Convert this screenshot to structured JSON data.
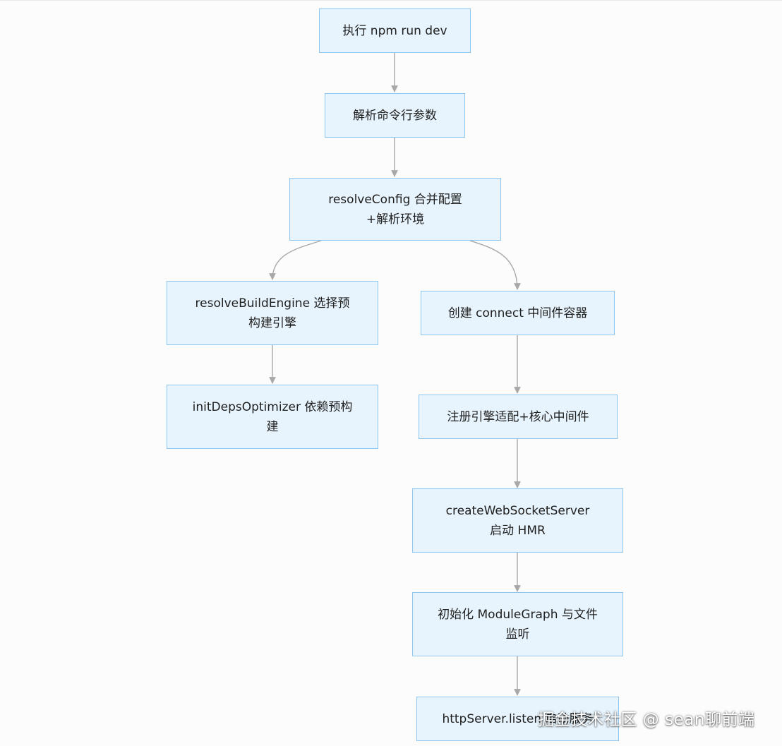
{
  "nodes": {
    "n1": "执行 npm run dev",
    "n2": "解析命令行参数",
    "n3": "resolveConfig 合并配置+解析环境",
    "n4": "resolveBuildEngine 选择预构建引擎",
    "n5": "initDepsOptimizer 依赖预构建",
    "n6": "创建 connect 中间件容器",
    "n7": "注册引擎适配+核心中间件",
    "n8": "createWebSocketServer 启动 HMR",
    "n9": "初始化 ModuleGraph 与文件监听",
    "n10": "httpServer.listen 启动服务"
  },
  "watermark": "掘金技术社区 @ sean聊前端",
  "colors": {
    "node_fill": "#e7f4fd",
    "node_border": "#8ec6ef",
    "edge": "#a8a8a8"
  }
}
